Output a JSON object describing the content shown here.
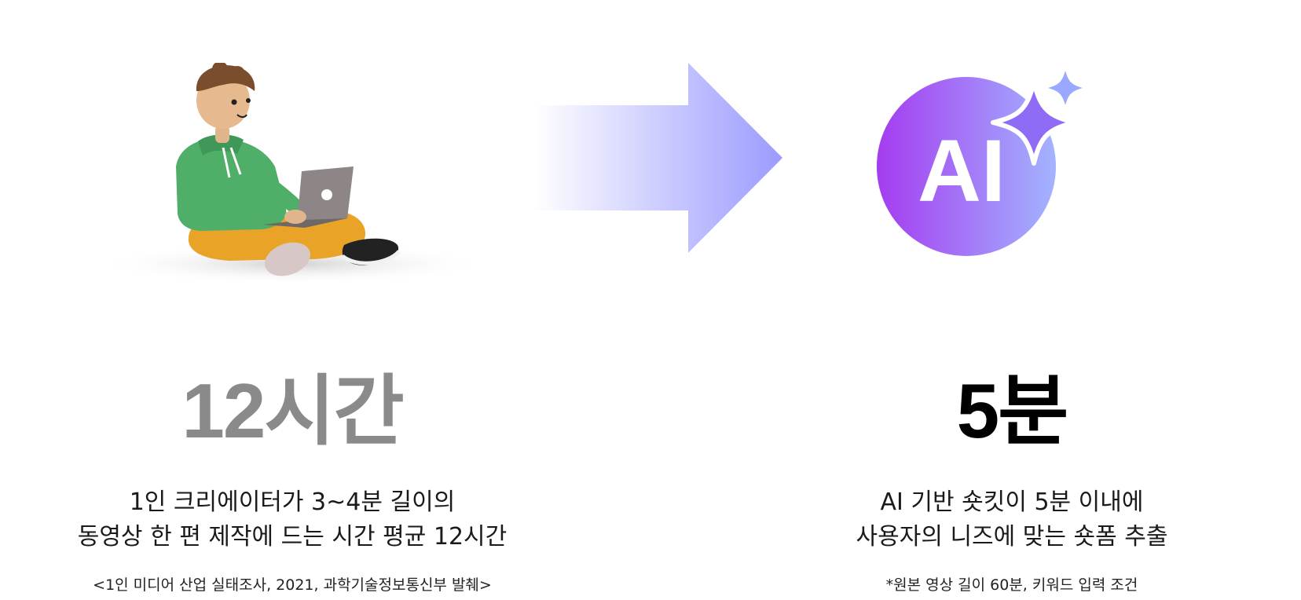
{
  "left": {
    "stat": "12시간",
    "desc_line1": "1인 크리에이터가 3~4분 길이의",
    "desc_line2": "동영상 한 편 제작에 드는 시간 평균 12시간",
    "source_note": "<1인 미디어 산업 실태조사, 2021, 과학기술정보통신부 발췌>"
  },
  "right": {
    "badge_text": "AI",
    "stat": "5분",
    "desc_line1": "AI 기반 숏킷이 5분 이내에",
    "desc_line2": "사용자의 니즈에 맞는 숏폼 추출",
    "condition_note": "*원본 영상 길이 60분, 키워드 입력 조건"
  },
  "colors": {
    "muted_stat": "#8a8a8a",
    "strong_stat": "#000000",
    "arrow_start": "#ffffff",
    "arrow_end": "#9b9bff",
    "ai_gradient_start": "#a43cf0",
    "ai_gradient_end": "#a3b4ff",
    "sparkle": "#8f6cf5"
  },
  "icons": {
    "illustration": "person-with-laptop-illustration",
    "arrow": "right-arrow-icon",
    "ai": "ai-sparkle-icon"
  }
}
